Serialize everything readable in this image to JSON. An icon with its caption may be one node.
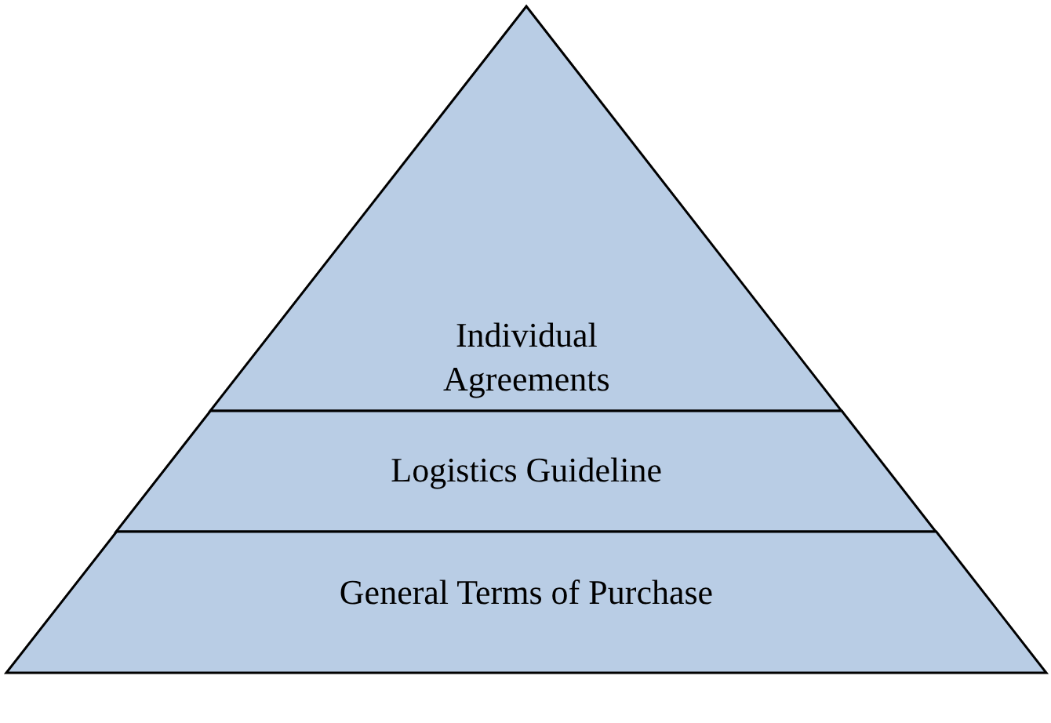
{
  "diagram": {
    "nodes": [
      {
        "text": [
          "Individual Agreements"
        ]
      },
      {
        "text": [
          "Logistics Guideline"
        ]
      },
      {
        "text": [
          "General Terms of Purchase"
        ]
      }
    ]
  }
}
